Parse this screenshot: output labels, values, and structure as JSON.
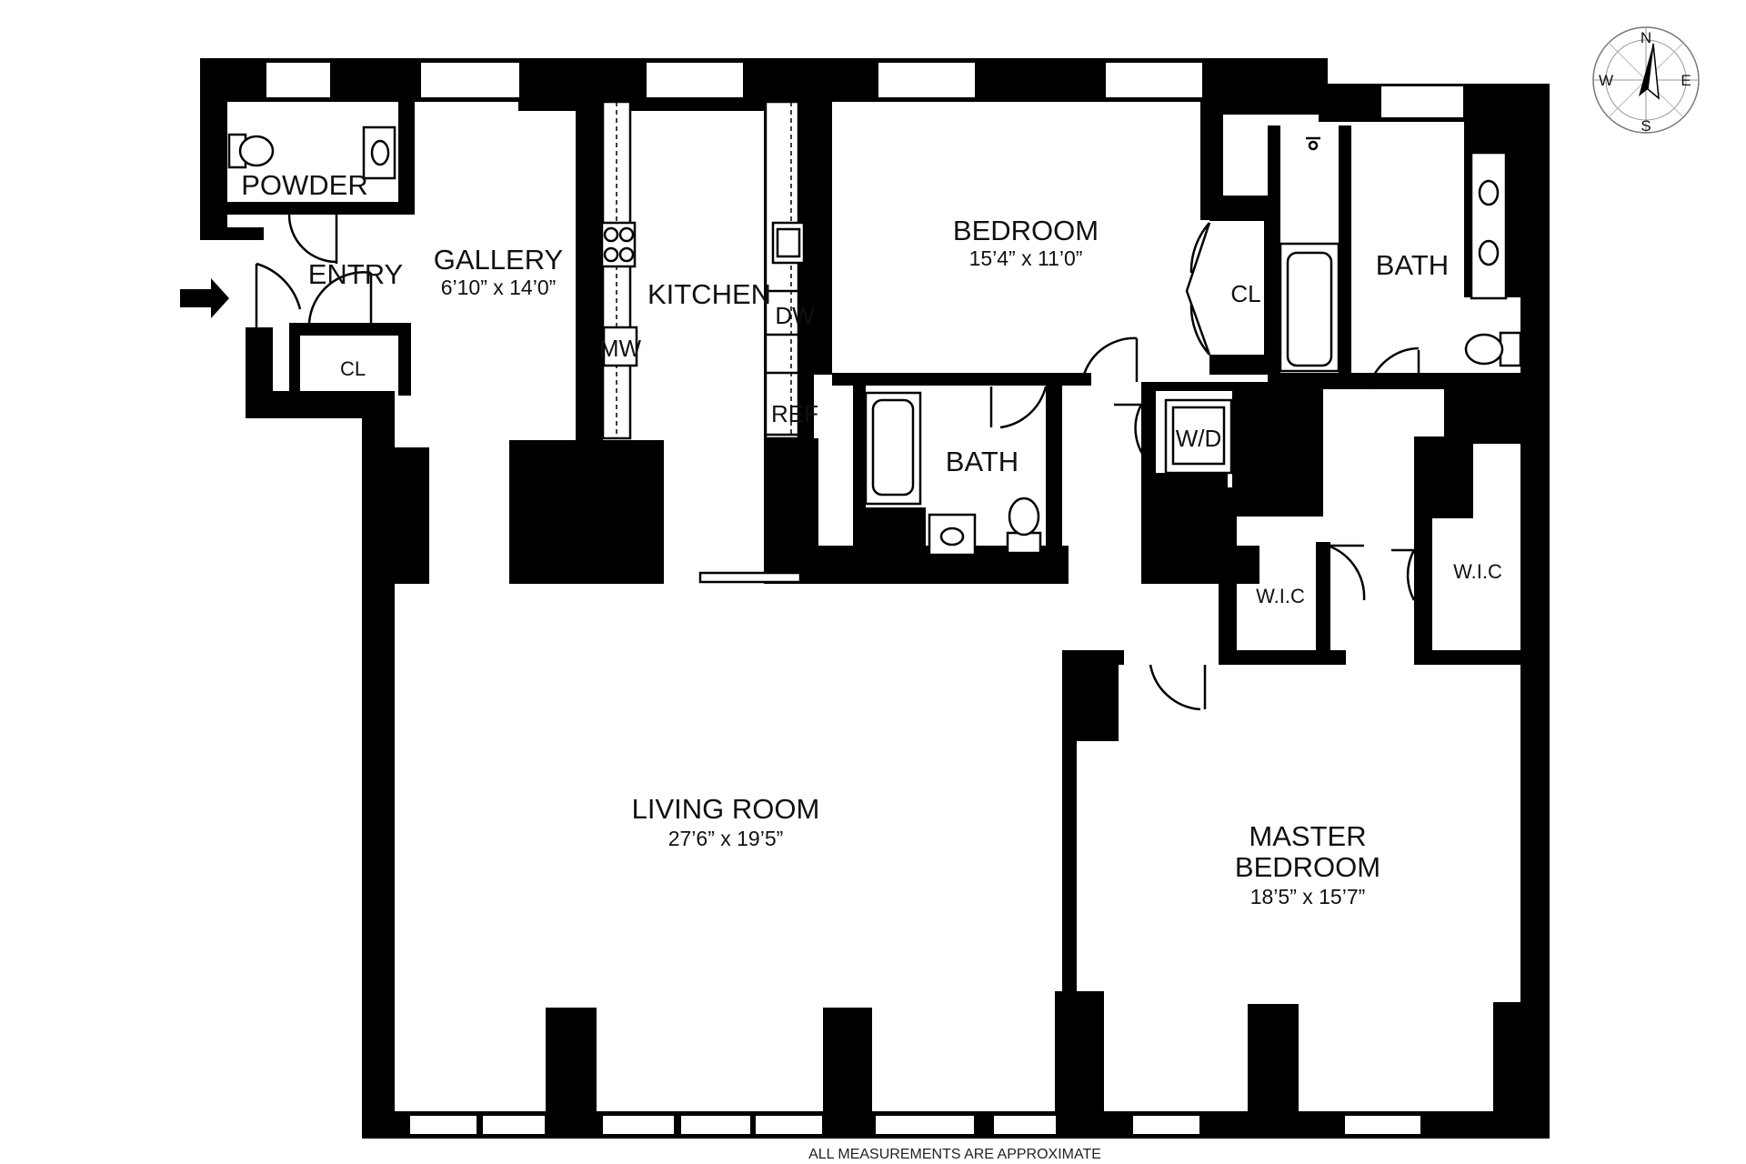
{
  "rooms": {
    "powder": {
      "name": "POWDER"
    },
    "entry": {
      "name": "ENTRY"
    },
    "gallery": {
      "name": "GALLERY",
      "dims": "6’10” x 14’0”"
    },
    "kitchen": {
      "name": "KITCHEN"
    },
    "bedroom": {
      "name": "BEDROOM",
      "dims": "15’4” x 11’0”"
    },
    "bath_main": {
      "name": "BATH"
    },
    "bath_hall": {
      "name": "BATH"
    },
    "closet_entry": {
      "name": "CL"
    },
    "closet_bedroom": {
      "name": "CL"
    },
    "laundry": {
      "name": "W/D"
    },
    "wic_left": {
      "name": "W.I.C"
    },
    "wic_right": {
      "name": "W.I.C"
    },
    "living_room": {
      "name": "LIVING ROOM",
      "dims": "27’6” x 19’5”"
    },
    "master_bedroom": {
      "name_line1": "MASTER",
      "name_line2": "BEDROOM",
      "dims": "18’5” x 15’7”"
    }
  },
  "fixtures": {
    "mw": "MW",
    "dw": "DW",
    "ref": "REF"
  },
  "compass": {
    "n": "N",
    "s": "S",
    "e": "E",
    "w": "W"
  },
  "footer": {
    "note": "ALL MEASUREMENTS ARE APPROXIMATE"
  }
}
